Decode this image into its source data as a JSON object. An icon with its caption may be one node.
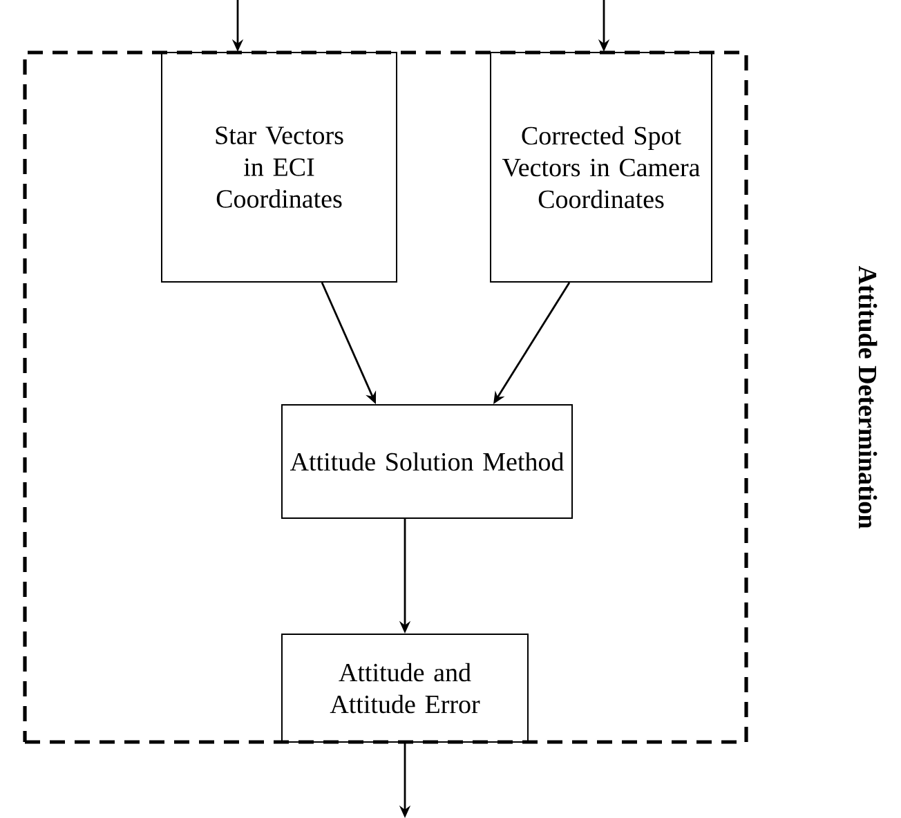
{
  "diagram": {
    "nodes": [
      {
        "text": [
          "Attitude Determination"
        ]
      },
      {
        "text": [
          "Star Vectors in ECI Coordinates"
        ],
        "in": 0
      },
      {
        "text": [
          "Corrected Spot Vectors in Camera Coordinates"
        ],
        "in": 0
      },
      {
        "text": [
          "Attitude Solution Method"
        ],
        "in": 0
      },
      {
        "text": [
          "Attitude and Attitude Error"
        ],
        "in": 0
      }
    ],
    "edges": [
      {
        "from": null,
        "to": 1,
        "arrow": "to"
      },
      {
        "from": null,
        "to": 2,
        "arrow": "to"
      },
      {
        "from": 1,
        "to": 3,
        "arrow": "to"
      },
      {
        "from": 2,
        "to": 3,
        "arrow": "to"
      },
      {
        "from": 3,
        "to": 4,
        "arrow": "to"
      },
      {
        "from": 4,
        "to": null,
        "arrow": "to"
      }
    ]
  }
}
